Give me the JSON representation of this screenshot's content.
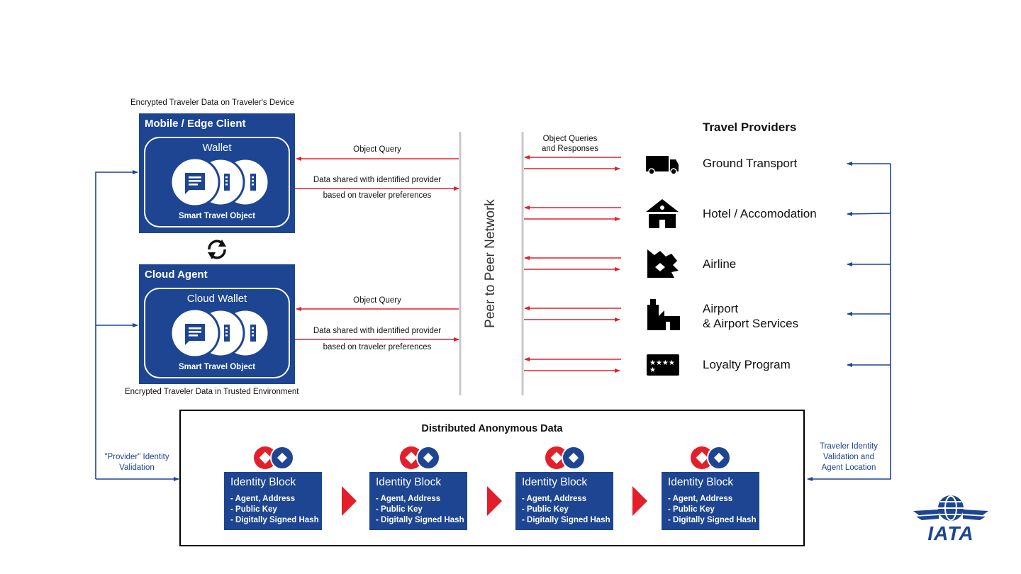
{
  "mobile": {
    "caption": "Encrypted Traveler Data on Traveler's Device",
    "title": "Mobile / Edge Client",
    "wallet_title": "Wallet",
    "object_label": "Smart Travel Object"
  },
  "cloud": {
    "title": "Cloud Agent",
    "wallet_title": "Cloud Wallet",
    "object_label": "Smart Travel Object",
    "caption": "Encrypted Traveler Data in Trusted Environment"
  },
  "arrows": {
    "object_query": "Object Query",
    "data_shared_line1": "Data shared with identified provider",
    "data_shared_line2": "based on traveler preferences",
    "object_queries_line1": "Object Queries",
    "object_queries_line2": "and Responses"
  },
  "network": {
    "label": "Peer to Peer Network"
  },
  "providers": {
    "title": "Travel Providers",
    "items": [
      {
        "label": "Ground Transport",
        "icon": "truck-icon"
      },
      {
        "label": "Hotel / Accomodation",
        "icon": "hotel-icon"
      },
      {
        "label": "Airline",
        "icon": "airline-icon"
      },
      {
        "label_line1": "Airport",
        "label_line2": "& Airport Services",
        "icon": "airport-icon"
      },
      {
        "label": "Loyalty Program",
        "icon": "loyalty-card-icon"
      }
    ]
  },
  "side_labels": {
    "left_line1": "\"Provider\" Identity",
    "left_line2": "Validation",
    "right_line1": "Traveler Identity",
    "right_line2": "Validation and",
    "right_line3": "Agent Location"
  },
  "distributed": {
    "title": "Distributed Anonymous Data",
    "blocks": [
      {
        "title": "Identity Block",
        "items": [
          "- Agent, Address",
          "- Public Key",
          "- Digitally Signed Hash"
        ]
      },
      {
        "title": "Identity Block",
        "items": [
          "- Agent, Address",
          "- Public Key",
          "- Digitally Signed Hash"
        ]
      },
      {
        "title": "Identity Block",
        "items": [
          "- Agent, Address",
          "- Public Key",
          "- Digitally Signed Hash"
        ]
      },
      {
        "title": "Identity Block",
        "items": [
          "- Agent, Address",
          "- Public Key",
          "- Digitally Signed Hash"
        ]
      }
    ]
  },
  "logo": {
    "text": "IATA"
  },
  "colors": {
    "navy": "#1d4592",
    "red": "#e3202a",
    "gray": "#bfbfbf"
  }
}
